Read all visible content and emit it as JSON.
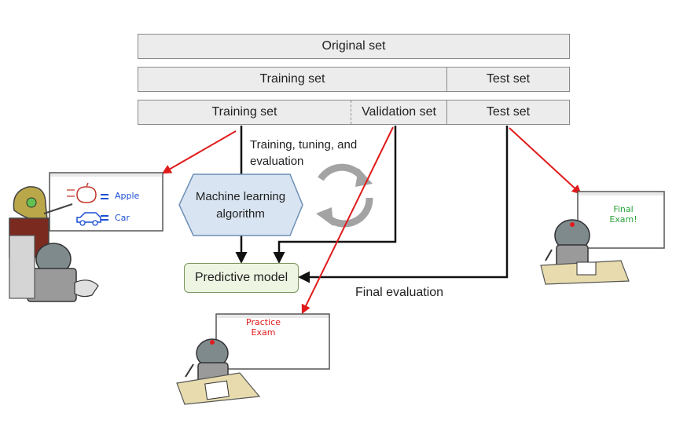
{
  "rows": {
    "original": {
      "label": "Original set"
    },
    "split1": {
      "training": "Training set",
      "test": "Test set"
    },
    "split2": {
      "training": "Training set",
      "validation": "Validation set",
      "test": "Test set"
    }
  },
  "flow": {
    "train_note_line1": "Training, tuning, and",
    "train_note_line2": "evaluation",
    "algorithm_line1": "Machine learning",
    "algorithm_line2": "algorithm",
    "model": "Predictive model",
    "final_eval": "Final evaluation"
  },
  "illustrations": {
    "lecture_board": {
      "word1": "Apple",
      "word2": "Car"
    },
    "practice_board": {
      "line1": "Practice",
      "line2": "Exam"
    },
    "final_board": {
      "line1": "Final",
      "line2": "Exam!"
    }
  },
  "colors": {
    "red_arrow": "#e01b1b",
    "hexagon_fill": "#d8e4f2",
    "hexagon_stroke": "#6d8fb5",
    "model_fill": "#eef5e2",
    "cycle_gray": "#a3a3a3"
  }
}
